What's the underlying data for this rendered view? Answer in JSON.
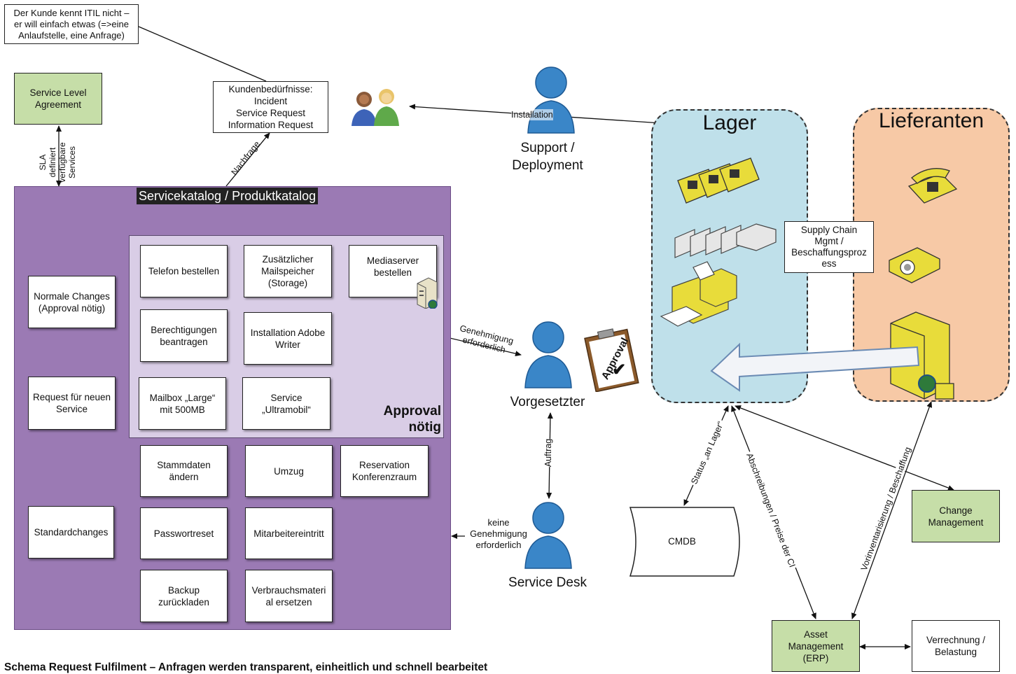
{
  "note": "Der Kunde kennt ITIL nicht –\ner will einfach etwas (=>eine\nAnlaufstelle, eine Anfrage)",
  "sla_box": "Service Level\nAgreement",
  "sla_arrow_label": "SLA\ndefiniert\nverfügbare\nServices",
  "needs_box": "Kundenbedürfnisse:\nIncident\nService Request\nInformation Request",
  "nachfrage_label": "Nachfrage",
  "installation_label": "Installation",
  "support_label": "Support /\nDeployment",
  "catalog_title": "Servicekatalog / Produktkatalog",
  "approval_label": "Approval\nnötig",
  "left_boxes": {
    "normal": "Normale Changes\n(Approval nötig)",
    "request": "Request für neuen\nService",
    "standard": "Standardchanges"
  },
  "approval_items": {
    "telefon": "Telefon bestellen",
    "mailspeicher": "Zusätzlicher\nMailspeicher\n(Storage)",
    "mediaserver": "Mediaserver\nbestellen",
    "berechtigungen": "Berechtigungen\nbeantragen",
    "adobe": "Installation Adobe\nWriter",
    "mailbox": "Mailbox „Large“\nmit 500MB",
    "ultramobil": "Service\n„Ultramobil“"
  },
  "standard_items": {
    "stammdaten": "Stammdaten\nändern",
    "umzug": "Umzug",
    "reservation": "Reservation\nKonferenzraum",
    "passwort": "Passwortreset",
    "mitarbeiter": "Mitarbeitereintritt",
    "backup": "Backup\nzurückladen",
    "verbrauch": "Verbrauchsmateri\nal ersetzen"
  },
  "genehmigung_label": "Genehmigung\nerforderlich",
  "approval_stamp": "Approval",
  "vorgesetzter_label": "Vorgesetzter",
  "auftrag_label": "Auftrag",
  "keine_label": "keine\nGenehmigung\nerforderlich",
  "service_desk_label": "Service Desk",
  "lager_title": "Lager",
  "lieferanten_title": "Lieferanten",
  "supply_box": "Supply Chain\nMgmt /\nBeschaffungsproz\ness",
  "cmdb_label": "CMDB",
  "status_label": "Status „an Lager“",
  "preise_label": "Abschreibungen / Preise der CI",
  "vorinvent_label": "Vorinventarisierung / Beschaffung",
  "change_mgmt": "Change\nManagement",
  "asset_mgmt": "Asset\nManagement\n(ERP)",
  "verrechnung": "Verrechnung /\nBelastung",
  "caption": "Schema Request Fulfilment – Anfragen werden transparent, einheitlich und schnell bearbeitet",
  "colors": {
    "catalog": "#9b7ab4",
    "approval_area": "#d9cde6",
    "green": "#c6dea8",
    "lager": "#bfe0ea",
    "lieferanten": "#f7c9a6",
    "person": "#3a86c8"
  }
}
